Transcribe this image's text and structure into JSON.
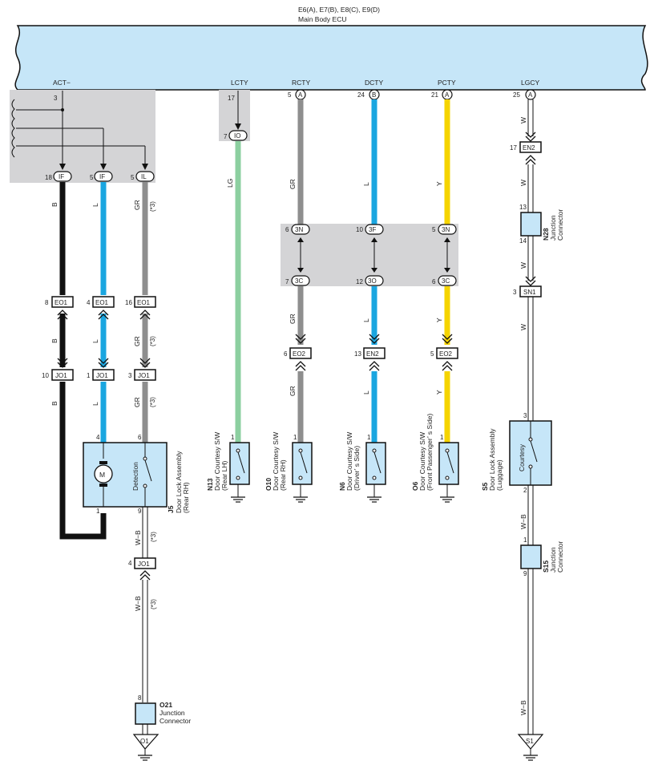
{
  "header": {
    "connector_ids": "E6(A), E7(B), E8(C), E9(D)",
    "ecu_name": "Main Body ECU"
  },
  "ecu_pins": {
    "act": "ACT−",
    "lcty": "LCTY",
    "rcty": "RCTY",
    "dcty": "DCTY",
    "pcty": "PCTY",
    "lgcy": "LGCY"
  },
  "act_group": {
    "pin_top": "3",
    "legs": [
      {
        "pin": "18",
        "conn": "IF",
        "wire": "B",
        "ext": ""
      },
      {
        "pin": "5",
        "conn": "IF",
        "wire": "L",
        "ext": ""
      },
      {
        "pin": "5",
        "conn": "IL",
        "wire": "GR",
        "ext": "(*3)"
      }
    ]
  },
  "eo1_row": [
    {
      "pin": "8",
      "conn": "EO1"
    },
    {
      "pin": "4",
      "conn": "EO1"
    },
    {
      "pin": "16",
      "conn": "EO1"
    }
  ],
  "eo1_mid_labels": [
    {
      "wire": "B",
      "ext": ""
    },
    {
      "wire": "L",
      "ext": ""
    },
    {
      "wire": "GR",
      "ext": "(*3)"
    }
  ],
  "jo1_row": [
    {
      "pin": "10",
      "conn": "JO1"
    },
    {
      "pin": "1",
      "conn": "JO1"
    },
    {
      "pin": "3",
      "conn": "JO1"
    }
  ],
  "jo1_low_labels": [
    {
      "wire": "B",
      "ext": ""
    },
    {
      "wire": "L",
      "ext": ""
    },
    {
      "wire": "GR",
      "ext": "(*3)"
    }
  ],
  "j5": {
    "pins": {
      "top_left": "4",
      "top_right": "6",
      "bot_left": "1",
      "bot_right": "9"
    },
    "motor": "M",
    "switch_label": "Detection",
    "id": "J5",
    "name": "Door Lock Assembly",
    "sub": "(Rear RH)"
  },
  "jo1_lower": {
    "wire_upper": "W−B",
    "ext_upper": "(*3)",
    "pin": "4",
    "conn": "JO1",
    "wire_lower": "W−B",
    "ext_lower": "(*3)"
  },
  "o21": {
    "pin": "8",
    "id": "O21",
    "name": "Junction",
    "name2": "Connector",
    "ground": "O1"
  },
  "lcty_col": {
    "pin_top": "17",
    "pin": "7",
    "conn": "IO",
    "wire": "LG"
  },
  "n13": {
    "pin": "1",
    "id": "N13",
    "name": "Door Courtesy S/W",
    "sub": "(Rear LH)"
  },
  "rcty_col": {
    "pin_top": "5",
    "ecu_conn": "A",
    "wire1": "GR",
    "j1_pin": "6",
    "j1_conn": "3N",
    "j2_pin": "7",
    "j2_conn": "3C",
    "wire2": "GR",
    "eo2_pin": "6",
    "eo2_conn": "EO2",
    "wire3": "GR",
    "sw_pin": "1",
    "sw_id": "O10",
    "sw_name": "Door Courtesy S/W",
    "sw_sub": "(Rear RH)"
  },
  "dcty_col": {
    "pin_top": "24",
    "ecu_conn": "B",
    "wire1": "L",
    "j1_pin": "10",
    "j1_conn": "3F",
    "j2_pin": "12",
    "j2_conn": "3O",
    "wire2": "L",
    "eo2_pin": "13",
    "eo2_conn": "EN2",
    "wire3": "L",
    "sw_pin": "1",
    "sw_id": "N6",
    "sw_name": "Door Courtesy S/W",
    "sw_sub": "(Driver’ s Side)"
  },
  "pcty_col": {
    "pin_top": "21",
    "ecu_conn": "A",
    "wire1": "Y",
    "j1_pin": "5",
    "j1_conn": "3N",
    "j2_pin": "6",
    "j2_conn": "3C",
    "wire2": "Y",
    "eo2_pin": "5",
    "eo2_conn": "EO2",
    "wire3": "Y",
    "sw_pin": "1",
    "sw_id": "O6",
    "sw_name": "Door Courtesy S/W",
    "sw_sub": "(Front Passenger’ s Side)"
  },
  "lgcy_col": {
    "pin_top": "25",
    "ecu_conn": "A",
    "wire1": "W",
    "en2_pin": "17",
    "en2_conn": "EN2",
    "wire2": "W",
    "n28_pin_in": "13",
    "n28_pin_out": "14",
    "n28_id": "N28",
    "n28_name": "Junction",
    "n28_name2": "Connector",
    "wire3": "W",
    "sn1_pin": "3",
    "sn1_conn": "SN1",
    "wire4": "W",
    "s5_pin_in": "3",
    "s5_pin_out": "2",
    "s5_switch": "Courtesy",
    "s5_id": "S5",
    "s5_name": "Door Lock Assembly",
    "s5_sub": "(Luggage)",
    "wire5": "W−B",
    "s15_pin_in": "1",
    "s15_pin_out": "9",
    "s15_id": "S15",
    "s15_name": "Junction",
    "s15_name2": "Connector",
    "wire6": "W−B",
    "ground": "S1"
  },
  "colors": {
    "ecu_fill": "#c6e6f8",
    "junction_shade": "#d4d4d6",
    "wire_black": "#111111",
    "wire_blue": "#1aa6e0",
    "wire_gray": "#8e8e8e",
    "wire_green": "#8ccfa0",
    "wire_yellow": "#f5d400",
    "component_fill": "#c6e6f8"
  }
}
